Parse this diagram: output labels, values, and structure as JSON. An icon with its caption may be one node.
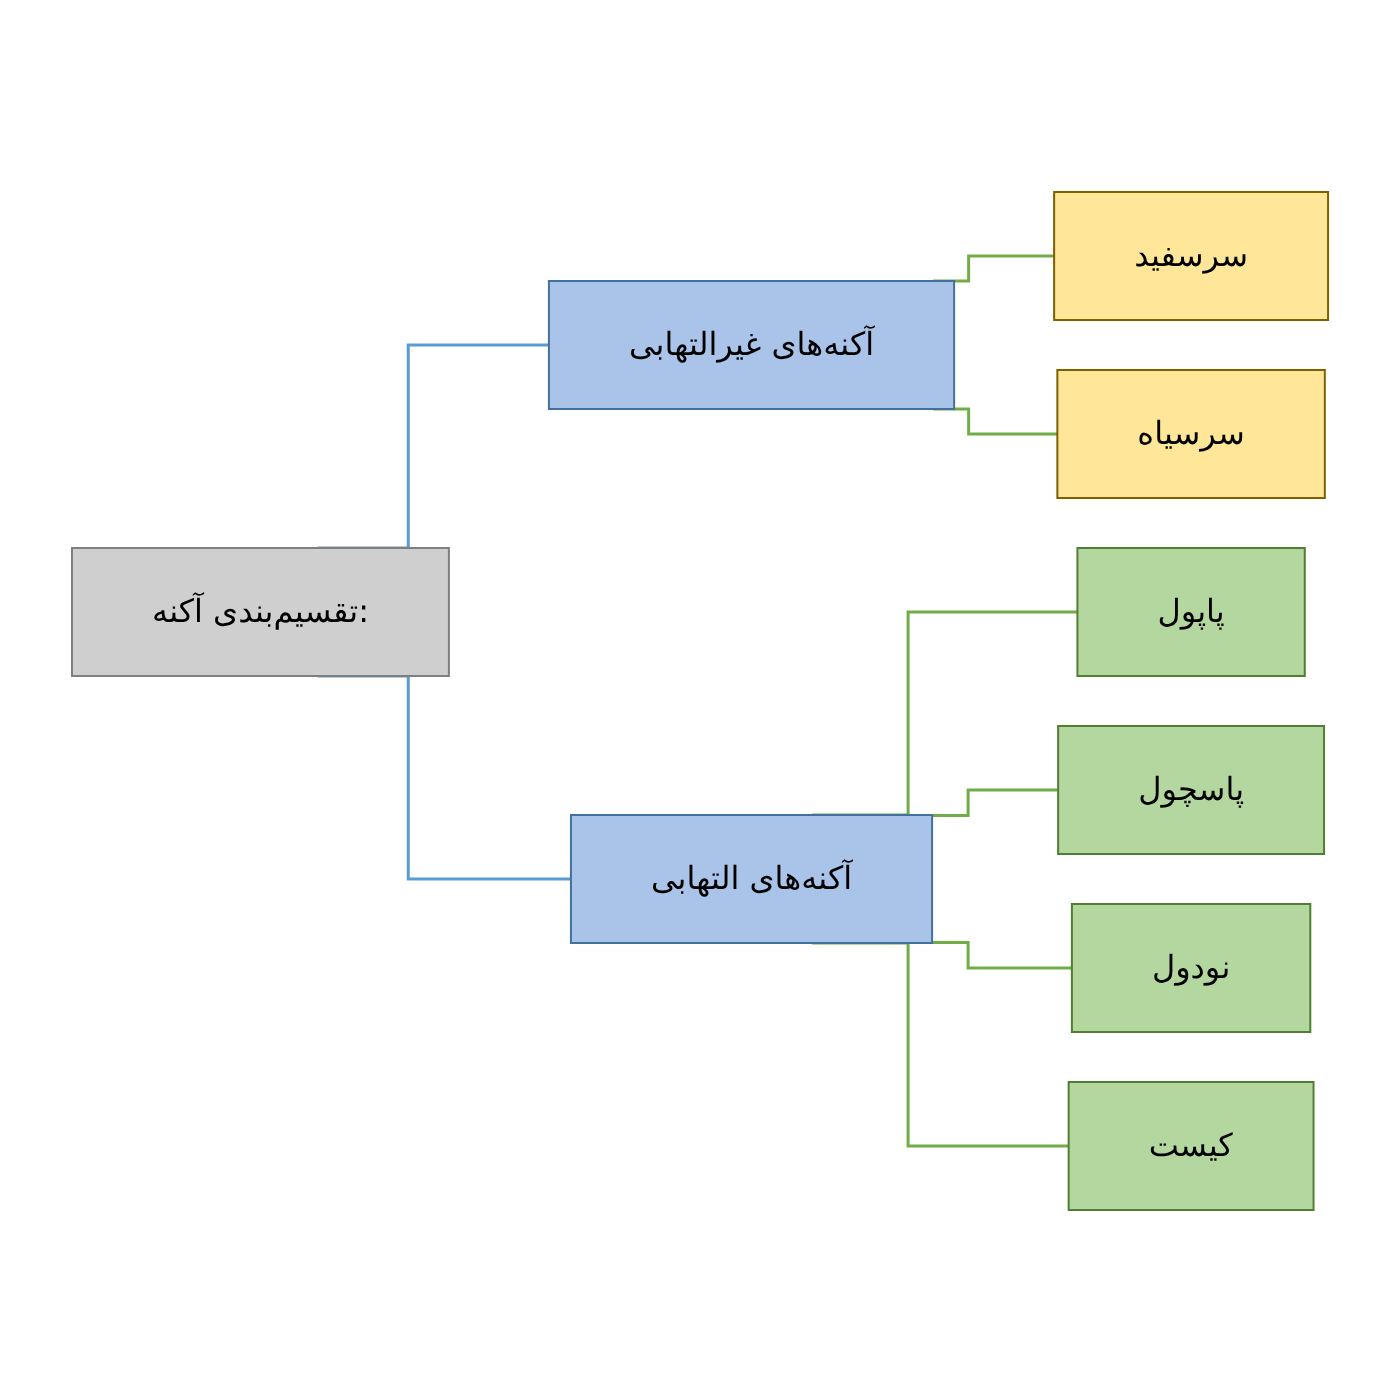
{
  "diagram": {
    "nodes": [
      {
        "text": [
          "تقسیم‌بندی آکنه:"
        ]
      },
      {
        "text": [
          "آکنه‌های غیرالتهابی"
        ]
      },
      {
        "text": [
          "آکنه‌های التهابی"
        ]
      },
      {
        "text": [
          "سرسفید"
        ]
      },
      {
        "text": [
          "سرسیاه"
        ]
      },
      {
        "text": [
          "پاپول"
        ]
      },
      {
        "text": [
          "پاسچول"
        ]
      },
      {
        "text": [
          "نودول"
        ]
      },
      {
        "text": [
          "کیست"
        ]
      }
    ],
    "edges": [
      {
        "from": 0,
        "to": 1,
        "arrow": "none",
        "color": "#5b9bd5"
      },
      {
        "from": 0,
        "to": 2,
        "arrow": "none",
        "color": "#5b9bd5"
      },
      {
        "from": 1,
        "to": 3,
        "arrow": "none"
      },
      {
        "from": 1,
        "to": 4,
        "arrow": "none"
      },
      {
        "from": 2,
        "to": 5,
        "arrow": "none"
      },
      {
        "from": 2,
        "to": 6,
        "arrow": "none"
      },
      {
        "from": 2,
        "to": 7,
        "arrow": "none"
      },
      {
        "from": 2,
        "to": 8,
        "arrow": "none"
      }
    ]
  }
}
